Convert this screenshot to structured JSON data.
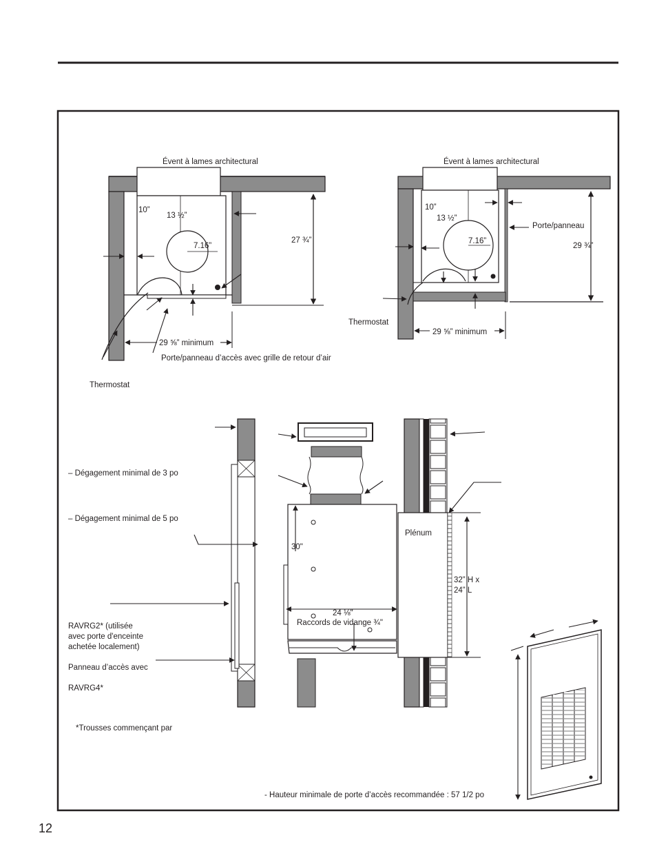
{
  "page_number": "12",
  "top_left": {
    "vent_label": "Évent à lames architectural",
    "dim_10": "10”",
    "dim_13_5": "13 ½”",
    "dim_7_16": "7.16”",
    "dim_27_75": "27 ¾”",
    "dim_min": "29 ⅝” minimum",
    "access_label": "Porte/panneau d’accès avec grille de retour d’air",
    "thermostat": "Thermostat"
  },
  "top_right": {
    "vent_label": "Évent à lames architectural",
    "dim_10": "10”",
    "dim_13_5": "13 ½”",
    "dim_7_16": "7.16”",
    "door_label": "Porte/panneau",
    "dim_29_75": "29 ¾”",
    "thermostat": "Thermostat",
    "dim_min": "29 ⅝” minimum"
  },
  "bottom": {
    "clearance_3": "– Dégagement minimal de 3 po",
    "clearance_5": "– Dégagement minimal de 5 po",
    "ravrg2_line1": "RAVRG2* (utilisée",
    "ravrg2_line2": "avec porte d'enceinte",
    "ravrg2_line3": "achetée localement)",
    "access_panel": "Panneau d’accès avec",
    "ravrg4": "RAVRG4*",
    "kits": "*Trousses commençant par",
    "dim_30": "30\"",
    "dim_24_125": "24 ⅛\"",
    "drain": "Raccords de vidange ¾\"",
    "plenum": "Plénum",
    "plenum_h": "32” H x",
    "plenum_l": "24” L",
    "min_height": "- Hauteur minimale de porte d’accès recommandée : 57 1/2 po"
  }
}
